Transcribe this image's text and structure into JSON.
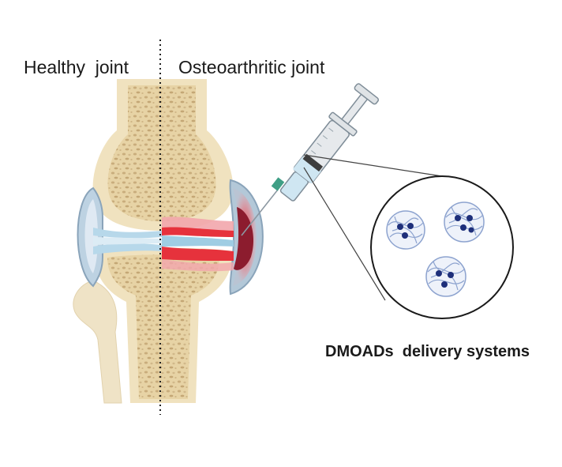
{
  "labels": {
    "healthy": "Healthy  joint",
    "osteoarthritic": "Osteoarthritic joint",
    "delivery": "DMOADs  delivery systems"
  },
  "colors": {
    "bone_outer": "#efe0bc",
    "bone_inner": "#e6cf9f",
    "trabecular_spot": "#c7ad7c",
    "cartilage": "#b7d8ea",
    "capsule": "#b3c8d8",
    "capsule_outline": "#8aa4ba",
    "inflammation": "#e6323c",
    "inflammation_glow": "#f5a3a8",
    "cavity": "#8c1c2e",
    "syringe_fluid": "#cfe6f2",
    "syringe_body": "#e6e9ec",
    "needle_hub": "#3f9f86",
    "nanoparticle_mesh": "#8da3cf",
    "nanoparticle_core": "#1e2f7a"
  },
  "icons": {
    "syringe": "syringe-icon",
    "nanoparticle": "nanoparticle-icon"
  }
}
